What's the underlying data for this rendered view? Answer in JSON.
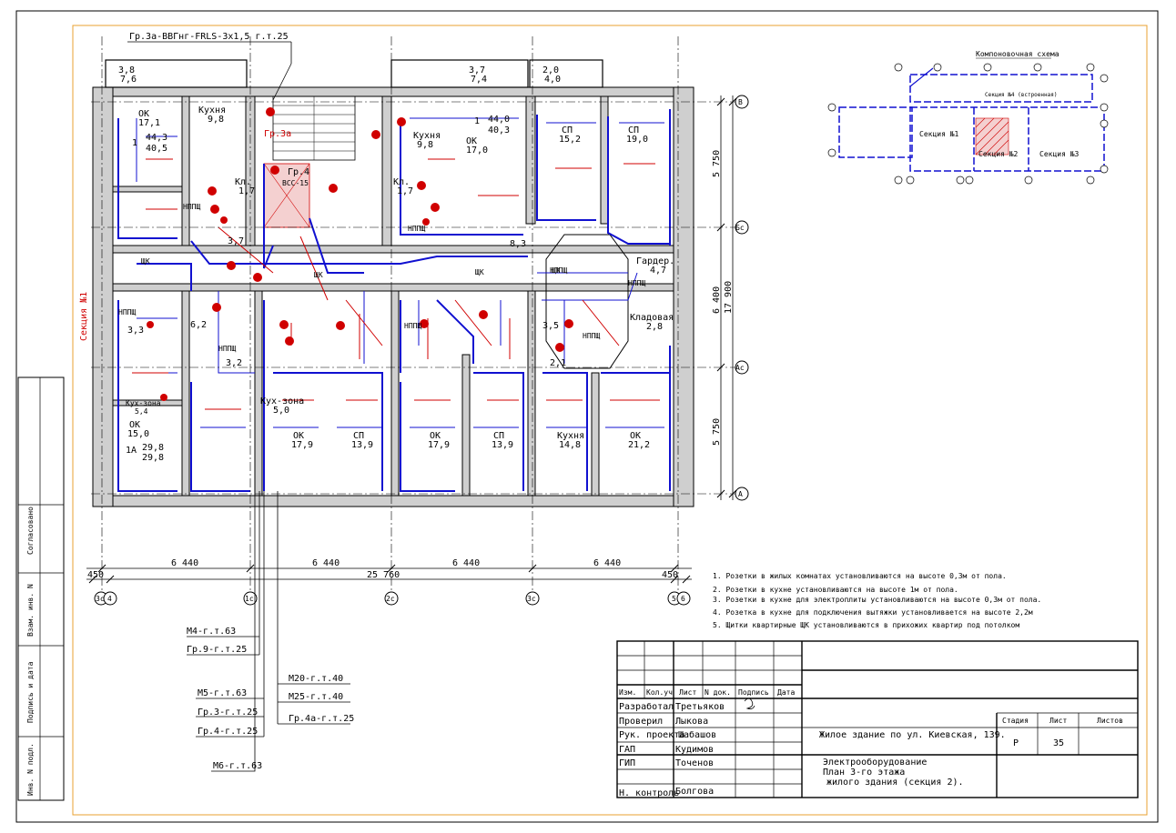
{
  "cables": {
    "top": "Гр.3а-ВВГнг-FRLS-3х1,5 г.т.25",
    "m4": "М4-г.т.63",
    "gr9": "Гр.9-г.т.25",
    "m5": "М5-г.т.63",
    "gr3": "Гр.3-г.т.25",
    "gr4": "Гр.4-г.т.25",
    "m6": "М6-г.т.63",
    "m20": "М20-г.т.40",
    "m25": "М25-г.т.40",
    "gr4a": "Гр.4а-г.т.25"
  },
  "plan": {
    "section_label": "Секция №1",
    "rooms": [
      {
        "name": "ОК",
        "area": "17,1"
      },
      {
        "name": "Кухня",
        "area": "9,8"
      },
      {
        "name": "1",
        "area": "44,3"
      },
      {
        "name": "",
        "area": "40,5"
      },
      {
        "name": "Кухня",
        "area": "9,8"
      },
      {
        "name": "ОК",
        "area": "17,0"
      },
      {
        "name": "1",
        "area": "44,0"
      },
      {
        "name": "",
        "area": "40,3"
      },
      {
        "name": "СП",
        "area": "15,2"
      },
      {
        "name": "СП",
        "area": "19,0"
      },
      {
        "name": "Кл.",
        "area": "1,7"
      },
      {
        "name": "Кл.",
        "area": "1,7"
      },
      {
        "name": "",
        "area": "3,7"
      },
      {
        "name": "",
        "area": "8,3"
      },
      {
        "name": "Гардер.",
        "area": "4,7"
      },
      {
        "name": "Кладовая",
        "area": "2,8"
      },
      {
        "name": "",
        "area": "3,3"
      },
      {
        "name": "",
        "area": "6,2"
      },
      {
        "name": "",
        "area": "3,2"
      },
      {
        "name": "Кух-зона",
        "area": "5,4"
      },
      {
        "name": "Кух-зона",
        "area": "5,0"
      },
      {
        "name": "ОК",
        "area": "15,0"
      },
      {
        "name": "1А",
        "area": "29,8"
      },
      {
        "name": "",
        "area": "29,8"
      },
      {
        "name": "ОК",
        "area": "17,9"
      },
      {
        "name": "СП",
        "area": "13,9"
      },
      {
        "name": "ОК",
        "area": "17,9"
      },
      {
        "name": "СП",
        "area": "13,9"
      },
      {
        "name": "Кухня",
        "area": "14,8"
      },
      {
        "name": "ОК",
        "area": "21,2"
      },
      {
        "name": "",
        "area": "3,5"
      },
      {
        "name": "",
        "area": "2,1"
      }
    ],
    "balconies": [
      {
        "a": "3,8",
        "b": "7,6"
      },
      {
        "a": "3,7",
        "b": "7,4"
      },
      {
        "a": "2,0",
        "b": "4,0"
      }
    ],
    "riser_labels": [
      "Гр.3а",
      "Гр.4",
      "ВСС-15"
    ],
    "panel_label": "НППЩ",
    "shield_label": "ЩК"
  },
  "dimensions": {
    "bottom_spans": [
      "6 440",
      "6 440",
      "6 440",
      "6 440"
    ],
    "bottom_total": "25 760",
    "edge_left": "450",
    "edge_right": "450",
    "right_spans": [
      "5 750",
      "6 400",
      "5 750"
    ],
    "right_total": "17 900"
  },
  "axes": {
    "bottom": [
      "3с",
      "4",
      "1с",
      "2с",
      "3с",
      "5",
      "6"
    ],
    "right": [
      "В",
      "Бс",
      "Ас",
      "А"
    ]
  },
  "key_plan": {
    "title": "Компоновочная схема",
    "sections": [
      "Секция №1",
      "Секция №2",
      "Секция №3",
      "Секция №4 (встроенная)"
    ]
  },
  "notes": [
    "1. Розетки в жилых комнатах установливаются на высоте 0,3м от пола.",
    "2. Розетки в кухне установливаются на высоте 1м от пола.",
    "3. Розетки в кухне для электроплиты установливаются на высоте 0,3м от пола.",
    "4. Розетка в кухне для подключения вытяжки установливается на высоте 2,2м",
    "5. Щитки квартирные ЩК установливаются в прихожих квартир под потолком"
  ],
  "side_stamps": [
    "Согласовано",
    "Взам. инв. N",
    "Подпись и дата",
    "Инв. N подл."
  ],
  "title_block": {
    "headers": [
      "Изм.",
      "Кол.уч",
      "Лист",
      "N док.",
      "Подпись",
      "Дата"
    ],
    "roles": [
      {
        "role": "Разработал",
        "name": "Третьяков"
      },
      {
        "role": "Проверил",
        "name": "Лыкова"
      },
      {
        "role": "Рук. проекта",
        "name": "Шабашов"
      },
      {
        "role": "ГАП",
        "name": "Кудимов"
      },
      {
        "role": "ГИП",
        "name": "Точенов"
      },
      {
        "role": "Н. контроль",
        "name": "Болгова"
      }
    ],
    "project": "Жилое здание по ул. Киевская, 139.",
    "sheet_title": "Электрооборудование\nПлан 3-го этажа\nжилого здания (секция 2).",
    "stage_label": "Стадия",
    "sheet_label": "Лист",
    "sheets_label": "Листов",
    "stage": "Р",
    "sheet": "35",
    "sheets": ""
  },
  "colors": {
    "wire": "#1010d0",
    "annotation": "#d00000",
    "wall_fill": "#cfcfcf",
    "frame": "#e8a030"
  }
}
